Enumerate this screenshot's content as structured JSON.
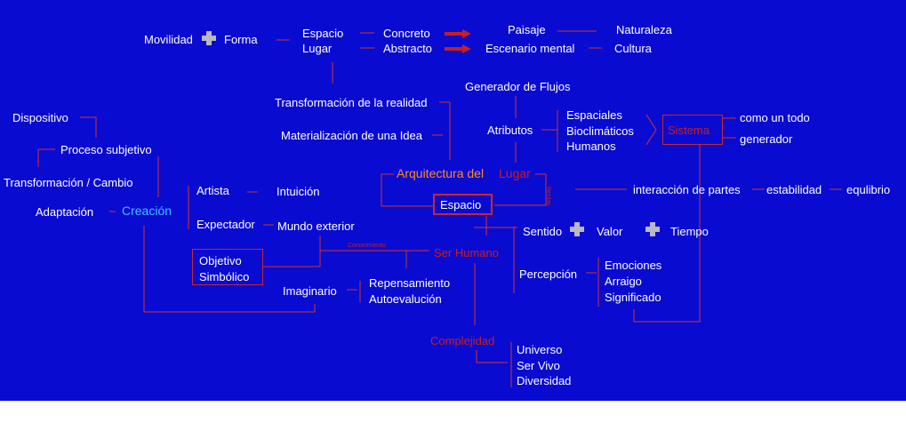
{
  "colors": {
    "background": "#0a0bd0",
    "text": "#ffffff",
    "connector": "#d2332f",
    "highlight_red": "#c81e1e",
    "highlight_cyan": "#3fc4ff",
    "highlight_orange": "#ff8a1e",
    "plus": "#b9b9c4"
  },
  "icons": {
    "plus": "plus-icon",
    "arrow": "arrow-right-icon"
  },
  "nodes": {
    "movilidad": "Movilidad",
    "forma": "Forma",
    "espacio_top": "Espacio",
    "lugar_top": "Lugar",
    "concreto": "Concreto",
    "abstracto": "Abstracto",
    "paisaje": "Paisaje",
    "naturaleza": "Naturaleza",
    "escenario_mental": "Escenario mental",
    "cultura": "Cultura",
    "generador_flujos": "Generador de Flujos",
    "transformacion_realidad": "Transformación de la realidad",
    "materializacion": "Materialización de una Idea",
    "atributos": "Atributos",
    "espaciales": "Espaciales",
    "bioclimaticos": "Bioclimáticos",
    "humanos": "Humanos",
    "sistema": "Sistema",
    "como_un_todo": "como un todo",
    "generador": "generador",
    "dispositivo": "Dispositivo",
    "proceso_subjetivo": "Proceso subjetivo",
    "transformacion_cambio": "Transformación / Cambio",
    "adaptacion": "Adaptación",
    "creacion": "Creación",
    "artista": "Artista",
    "intuicion": "Intuición",
    "expectador": "Expectador",
    "mundo_exterior": "Mundo exterior",
    "arquitectura_del": "Arquitectura del",
    "lugar_center": "Lugar",
    "espacio_center": "Espacio",
    "reglas": "Reglas",
    "interaccion_partes": "interacción de partes",
    "estabilidad": "estabilidad",
    "equilibrio": "equlibrio",
    "sentido": "Sentido",
    "valor": "Valor",
    "tiempo": "Tiempo",
    "conocimiento": "Conocimiento",
    "ser_humano": "Ser Humano",
    "objetivo": "Objetivo",
    "simbolico": "Simbólico",
    "percepcion": "Percepción",
    "emociones": "Emociones",
    "arraigo": "Arraigo",
    "significado": "Significado",
    "imaginario": "Imaginario",
    "repensamiento": "Repensamiento",
    "autoevaluacion": "Autoevalución",
    "complejidad": "Complejidad",
    "universo": "Universo",
    "ser_vivo": "Ser Vivo",
    "diversidad": "Diversidad"
  }
}
